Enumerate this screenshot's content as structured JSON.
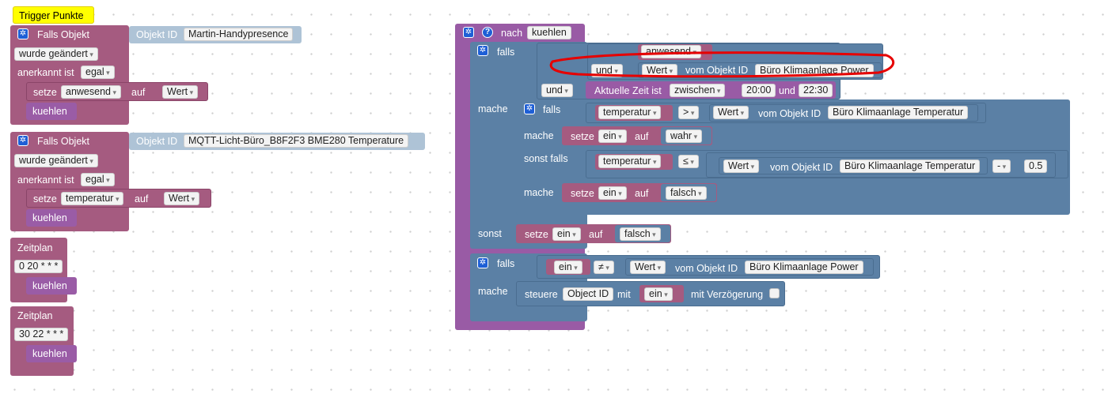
{
  "comment": {
    "text": "Trigger Punkte"
  },
  "trigger1": {
    "label": "Falls Objekt",
    "objid_label": "Objekt ID",
    "objid": "Martin-Handypresence",
    "changed": "wurde geändert",
    "ack_label": "anerkannt ist",
    "ack": "egal",
    "set_label": "setze",
    "var": "anwesend",
    "auf": "auf",
    "value": "Wert",
    "call": "kuehlen"
  },
  "trigger2": {
    "label": "Falls Objekt",
    "objid_label": "Objekt ID",
    "objid": "MQTT-Licht-Büro_B8F2F3 BME280  Temperature",
    "changed": "wurde geändert",
    "ack_label": "anerkannt ist",
    "ack": "egal",
    "set_label": "setze",
    "var": "temperatur",
    "auf": "auf",
    "value": "Wert",
    "call": "kuehlen"
  },
  "schedule1": {
    "label": "Zeitplan",
    "cron": "0 20 * * *",
    "call": "kuehlen"
  },
  "schedule2": {
    "label": "Zeitplan",
    "cron": "30 22 * * *",
    "call": "kuehlen"
  },
  "proc": {
    "nach": "nach",
    "name": "kuehlen",
    "falls": "falls",
    "mache": "mache",
    "sonst": "sonst",
    "anwesend": "anwesend",
    "und": "und",
    "wert": "Wert",
    "vom_objekt_id": "vom Objekt ID",
    "obj_power": "Büro Klimaanlage Power",
    "obj_temp": "Büro Klimaanlage Temperatur",
    "aktuelle_zeit": "Aktuelle Zeit ist",
    "zwischen": "zwischen",
    "t_from": "20:00",
    "und2": "und",
    "t_to": "22:30",
    "temperatur": "temperatur",
    "op_gt": ">",
    "op_le": "≤",
    "op_ne": "≠",
    "minus": "-",
    "num": "0.5",
    "sonst_falls": "sonst falls",
    "setze": "setze",
    "ein": "ein",
    "auf": "auf",
    "wahr": "wahr",
    "falsch": "falsch",
    "steuere": "steuere",
    "object_id": "Object ID",
    "mit": "mit",
    "verzoegerung": "mit Verzögerung"
  },
  "colors": {
    "trigger": "#a55b80",
    "procedure": "#995ba5",
    "logic": "#5b80a5",
    "comment": "#ffff00",
    "annotation": "#e60000"
  }
}
